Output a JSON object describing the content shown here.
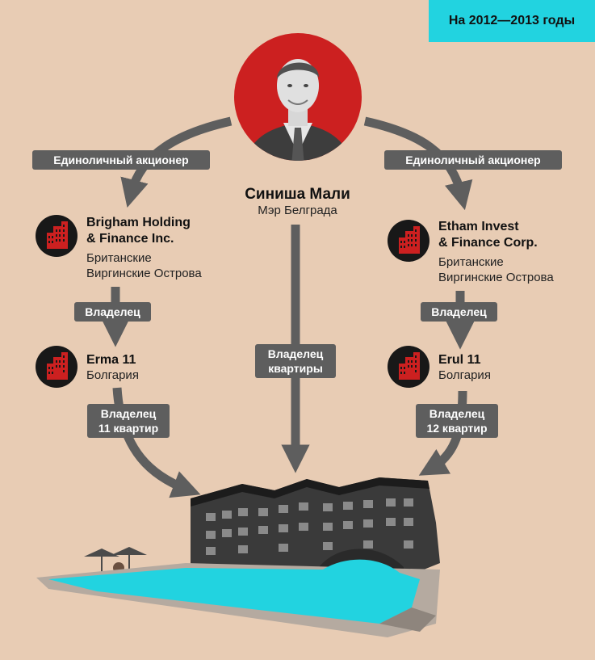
{
  "header": {
    "period_label": "На 2012—2013 годы"
  },
  "person": {
    "name": "Синиша Мали",
    "role": "Мэр Белграда"
  },
  "left_branch": {
    "edge_top_label": "Единоличный акционер",
    "parent": {
      "name_line1": "Brigham Holding",
      "name_line2": "& Finance Inc.",
      "country_line1": "Британские",
      "country_line2": "Виргинские Острова"
    },
    "edge_mid_label": "Владелец",
    "child": {
      "name": "Erma 11",
      "country": "Болгария"
    },
    "edge_bottom_label_line1": "Владелец",
    "edge_bottom_label_line2": "11 квартир"
  },
  "right_branch": {
    "edge_top_label": "Единоличный акционер",
    "parent": {
      "name_line1": "Etham Invest",
      "name_line2": "& Finance Corp.",
      "country_line1": "Британские",
      "country_line2": "Виргинские Острова"
    },
    "edge_mid_label": "Владелец",
    "child": {
      "name": "Erul 11",
      "country": "Болгария"
    },
    "edge_bottom_label_line1": "Владелец",
    "edge_bottom_label_line2": "12 квартир"
  },
  "center_edge": {
    "label_line1": "Владелец",
    "label_line2": "квартиры"
  },
  "colors": {
    "background": "#e8ccb4",
    "arrow": "#5e5e5e",
    "accent_red": "#cc2020",
    "accent_cyan": "#22d3e0",
    "icon_dark": "#181818"
  },
  "icons": [
    "portrait-photo",
    "building-icon",
    "hotel-pool-illustration"
  ]
}
